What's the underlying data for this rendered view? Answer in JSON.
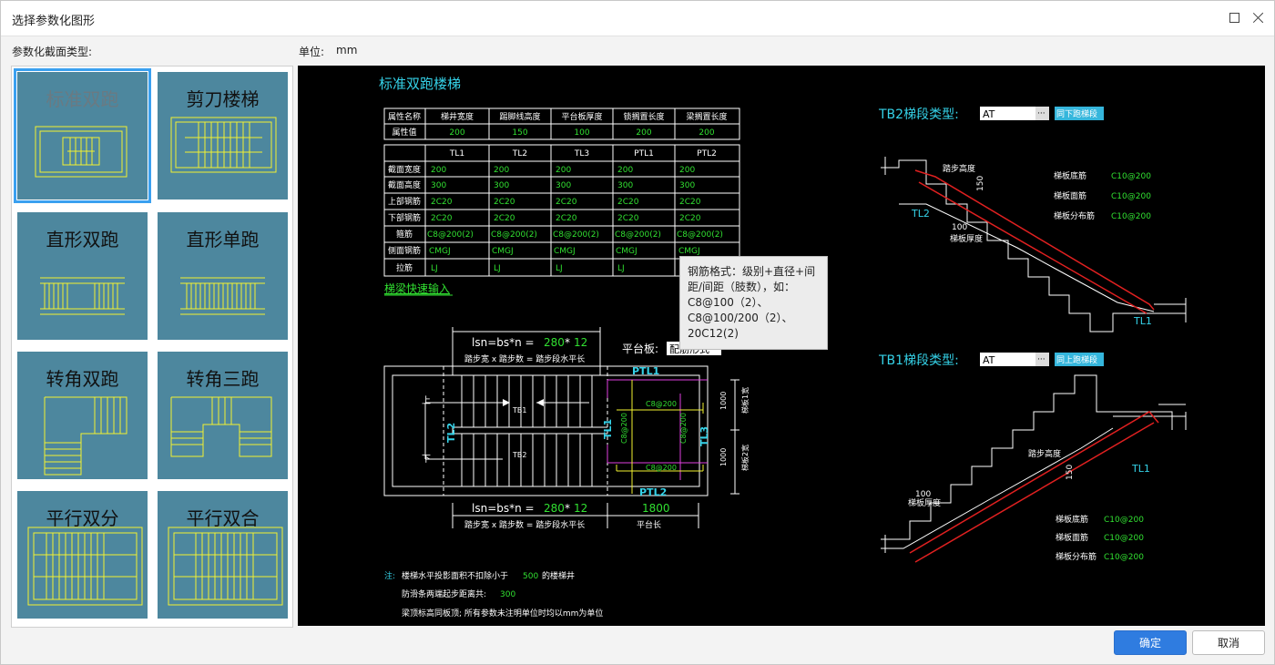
{
  "window": {
    "title": "选择参数化图形"
  },
  "labels": {
    "section_type": "参数化截面类型:",
    "unit_label": "单位:",
    "unit_value": "mm"
  },
  "thumbnails": [
    {
      "label": "标准双跑",
      "selected": true
    },
    {
      "label": "剪刀楼梯",
      "selected": false
    },
    {
      "label": "直形双跑",
      "selected": false
    },
    {
      "label": "直形单跑",
      "selected": false
    },
    {
      "label": "转角双跑",
      "selected": false
    },
    {
      "label": "转角三跑",
      "selected": false
    },
    {
      "label": "平行双分",
      "selected": false
    },
    {
      "label": "平行双合",
      "selected": false
    }
  ],
  "drawing": {
    "title": "标准双跑楼梯",
    "props": {
      "headers": [
        "属性名称",
        "梯井宽度",
        "踢脚线高度",
        "平台板厚度",
        "锁搁置长度",
        "梁搁置长度"
      ],
      "row_label": "属性值",
      "values": [
        "200",
        "150",
        "100",
        "200",
        "200"
      ]
    },
    "beams": {
      "headers": [
        "TL1",
        "TL2",
        "TL3",
        "PTL1",
        "PTL2"
      ],
      "rows": [
        {
          "label": "截面宽度",
          "values": [
            "200",
            "200",
            "200",
            "200",
            "200"
          ]
        },
        {
          "label": "截面高度",
          "values": [
            "300",
            "300",
            "300",
            "300",
            "300"
          ]
        },
        {
          "label": "上部钢筋",
          "values": [
            "2C20",
            "2C20",
            "2C20",
            "2C20",
            "2C20"
          ]
        },
        {
          "label": "下部钢筋",
          "values": [
            "2C20",
            "2C20",
            "2C20",
            "2C20",
            "2C20"
          ]
        },
        {
          "label": "箍筋",
          "values": [
            "C8@200(2)",
            "C8@200(2)",
            "C8@200(2)",
            "C8@200(2)",
            "C8@200(2)"
          ]
        },
        {
          "label": "侧面钢筋",
          "values": [
            "CMGJ",
            "CMGJ",
            "CMGJ",
            "CMGJ",
            "CMGJ"
          ]
        },
        {
          "label": "拉筋",
          "values": [
            "LJ",
            "LJ",
            "LJ",
            "LJ",
            ""
          ]
        }
      ]
    },
    "quick_input": "梯梁快速输入",
    "tooltip": [
      "钢筋格式：级别+直径+间",
      "距/间距（肢数），如：",
      "C8@100（2）、",
      "C8@100/200（2）、",
      "20C12(2)"
    ],
    "platform": {
      "label": "平台板:",
      "value": "配筋形式"
    },
    "plan": {
      "lsn_prefix": "lsn=bs*n =",
      "lsn_bs": "280",
      "lsn_star": "*",
      "lsn_n": "12",
      "sub_note": "踏步宽 x 踏步数 = 踏步段水平长",
      "ptl1": "PTL1",
      "ptl2": "PTL2",
      "tl1": "TL1",
      "tl2": "TL2",
      "tl3": "TL3",
      "c8_a": "C8@200",
      "c8_b": "C8@200",
      "c8_v1": "C8@200",
      "c8_v2": "C8@200",
      "up": "上",
      "down": "下",
      "tb1": "TB1",
      "tb2": "TB2",
      "dim_1000a": "1000",
      "dim_1000b": "1000",
      "run1": "梯板1宽",
      "run2": "梯板2宽",
      "plat_len": "1800",
      "plat_len_label": "平台长"
    },
    "notes": {
      "prefix": "注:",
      "l1a": "楼梯水平投影面积不扣除小于",
      "l1b": "500",
      "l1c": "的楼梯井",
      "l2a": "防滑条两端起步距离共:",
      "l2b": "300",
      "l3": "梁顶标高同板顶; 所有参数未注明单位时均以mm为单位"
    },
    "tb2": {
      "label": "TB2梯段类型:",
      "value": "AT",
      "button": "同下跑梯段",
      "step_h": "踏步高度",
      "num150": "150",
      "num100": "100",
      "thick": "梯板厚度",
      "bottom": "梯板底筋",
      "bottom_v": "C10@200",
      "top": "梯板面筋",
      "top_v": "C10@200",
      "dist": "梯板分布筋",
      "dist_v": "C10@200",
      "tl2": "TL2",
      "tl1": "TL1"
    },
    "tb1": {
      "label": "TB1梯段类型:",
      "value": "AT",
      "button": "同上跑梯段",
      "step_h": "踏步高度",
      "num150": "150",
      "num100": "100",
      "thick": "梯板厚度",
      "bottom": "梯板底筋",
      "bottom_v": "C10@200",
      "top": "梯板面筋",
      "top_v": "C10@200",
      "dist": "梯板分布筋",
      "dist_v": "C10@200",
      "tl1": "TL1"
    }
  },
  "buttons": {
    "ok": "确定",
    "cancel": "取消"
  },
  "colors": {
    "canvas_bg": "#000000",
    "title_cyan": "#35d2e8",
    "green": "#31e031",
    "yellow": "#f2f230",
    "magenta": "#e040e0",
    "red": "#e02020",
    "thumb_bg": "#4d879e",
    "primary": "#2f7ce0"
  }
}
